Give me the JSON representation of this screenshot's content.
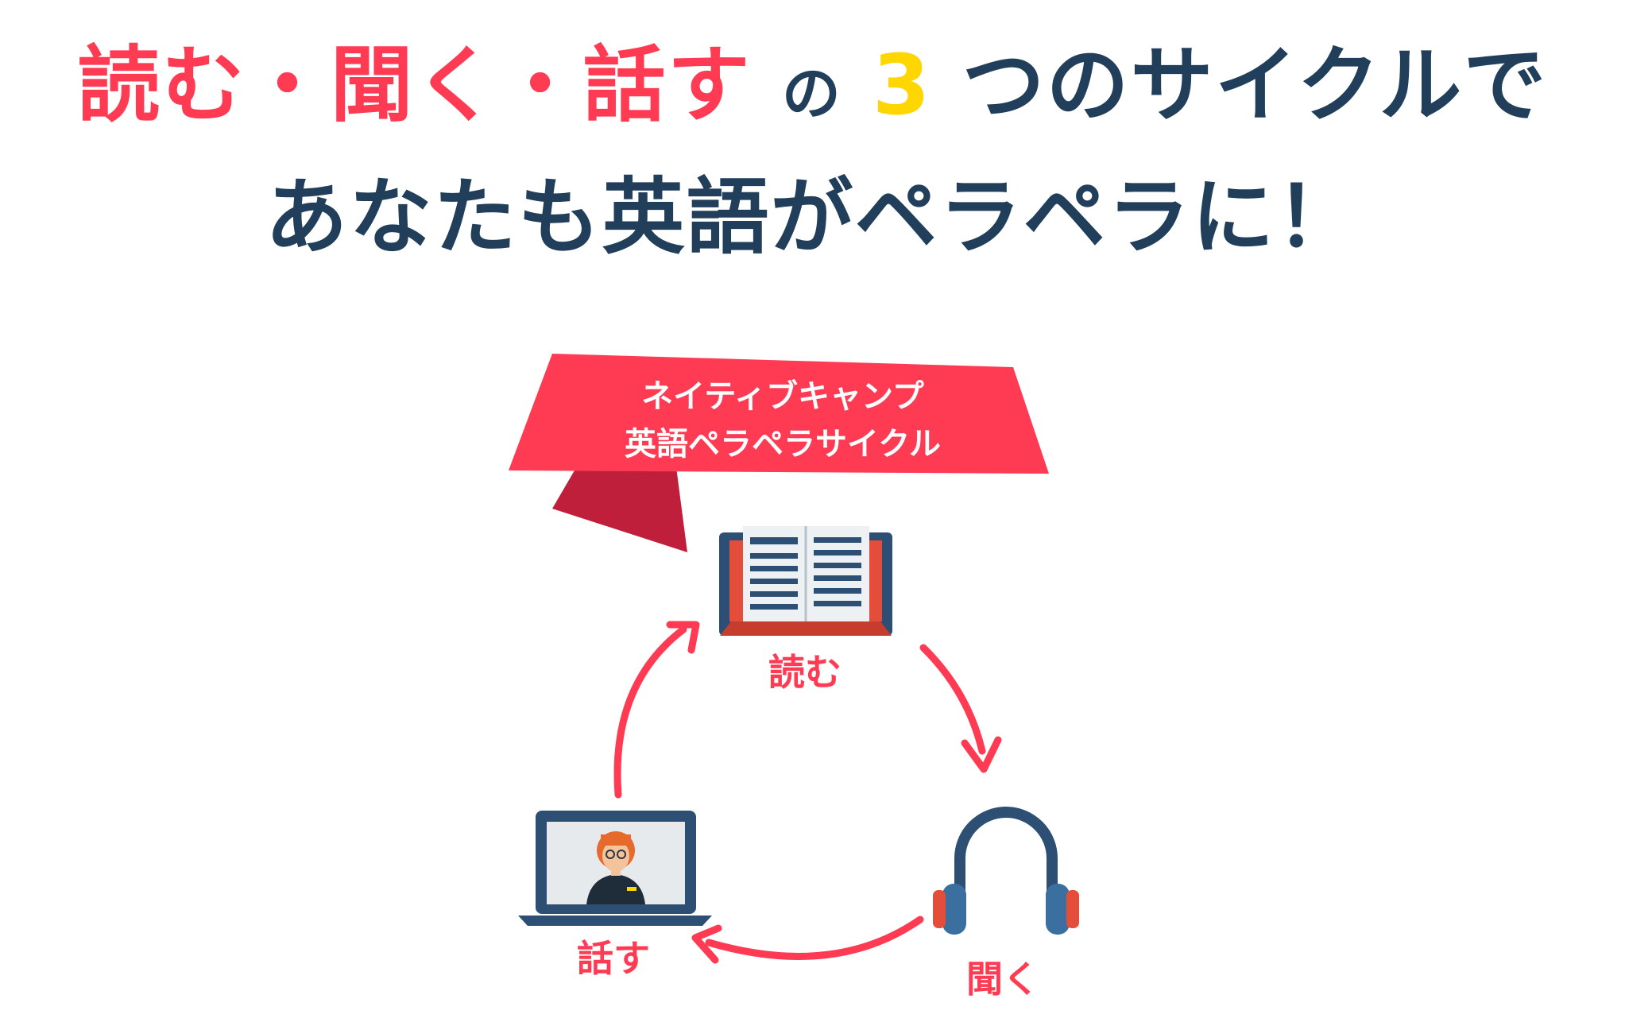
{
  "headline": {
    "line1": {
      "part1": "読む",
      "sep1": "・",
      "part2": "聞く",
      "sep2": "・",
      "part3": "話す",
      "connector": "の",
      "number": "3",
      "rest": "つのサイクルで"
    },
    "line2": "あなたも英語がペラペラに！"
  },
  "diagram": {
    "banner_line1": "ネイティブキャンプ",
    "banner_line2": "英語ペラペラサイクル",
    "labels": {
      "read": "読む",
      "listen": "聞く",
      "speak": "話す"
    }
  },
  "colors": {
    "accent_red": "#ff3b54",
    "dark_navy": "#213f5a",
    "accent_yellow": "#ffd600"
  }
}
